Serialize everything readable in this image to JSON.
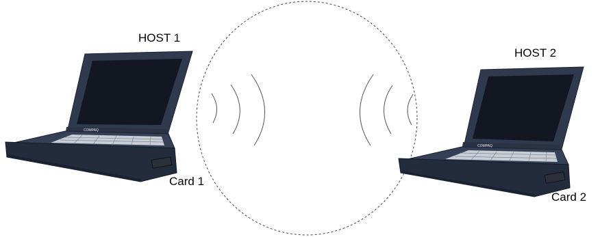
{
  "labels": {
    "host1": "HOST 1",
    "host2": "HOST 2",
    "card1": "Card 1",
    "card2": "Card 2"
  },
  "laptop_brand": "COMPAQ",
  "colors": {
    "laptop_body": "#2f3a4e",
    "laptop_dark": "#1b2233",
    "screen": "#121722",
    "keys": "#c9ced6",
    "signal": "#555555",
    "range_circle": "#444444"
  }
}
